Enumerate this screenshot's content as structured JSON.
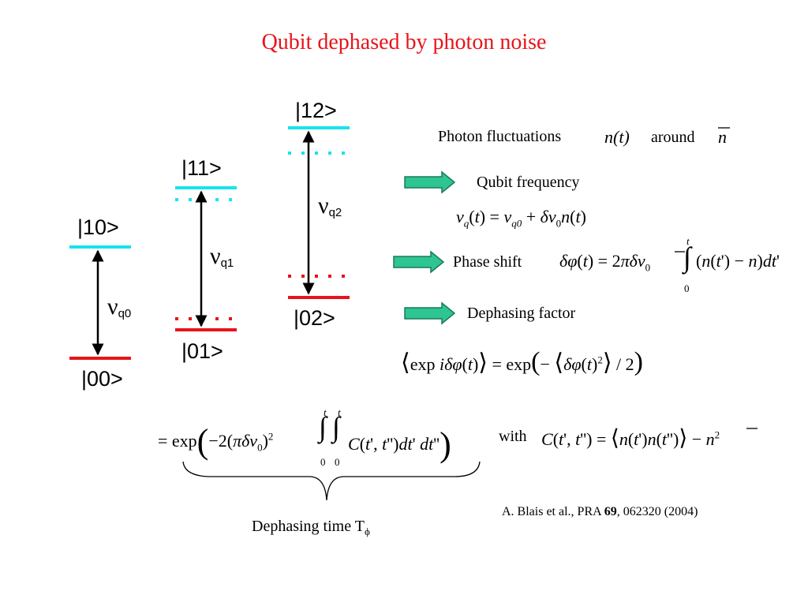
{
  "title": "Qubit dephased by photon noise",
  "colors": {
    "title": "#e8141a",
    "excited": "#18e3ee",
    "ground": "#e8141a",
    "arrow_fill": "#2ec592",
    "arrow_stroke": "#1a7a5a"
  },
  "levels": {
    "l10": "|10>",
    "l00": "|00>",
    "l11": "|11>",
    "l01": "|01>",
    "l12": "|12>",
    "l02": "|02>"
  },
  "transitions": {
    "q0": {
      "symbol": "ν",
      "sub": "q0"
    },
    "q1": {
      "symbol": "ν",
      "sub": "q1"
    },
    "q2": {
      "symbol": "ν",
      "sub": "q2"
    }
  },
  "text": {
    "photon_fluctuations": "Photon fluctuations",
    "n_of_t": "n(t)",
    "around": "around",
    "n_bar": "n",
    "qubit_frequency": "Qubit frequency",
    "phase_shift": "Phase shift",
    "dephasing_factor": "Dephasing factor",
    "with": "with",
    "dephasing_time": "Dephasing time T",
    "dephasing_time_sub": "ϕ",
    "citation_pre": "A. Blais et al., PRA ",
    "citation_bold": "69",
    "citation_post": ", 062320 (2004)"
  },
  "equations": {
    "qubit_frequency": "ν_q(t) = ν_q0 + δν_0 n(t)",
    "phase_shift": "δφ(t) = 2πδν_0 ∫_0^t (n(t') − n̄) dt'",
    "dephasing_factor": "⟨exp iδφ(t)⟩ = exp(−⟨δφ(t)^2⟩ / 2)",
    "dephasing_integral": "= exp(−2(πδν_0)^2 ∫_0^t ∫_0^t C(t', t'') dt' dt'')",
    "correlation": "C(t', t'') = ⟨n(t') n(t'')⟩ − n̄^2"
  }
}
